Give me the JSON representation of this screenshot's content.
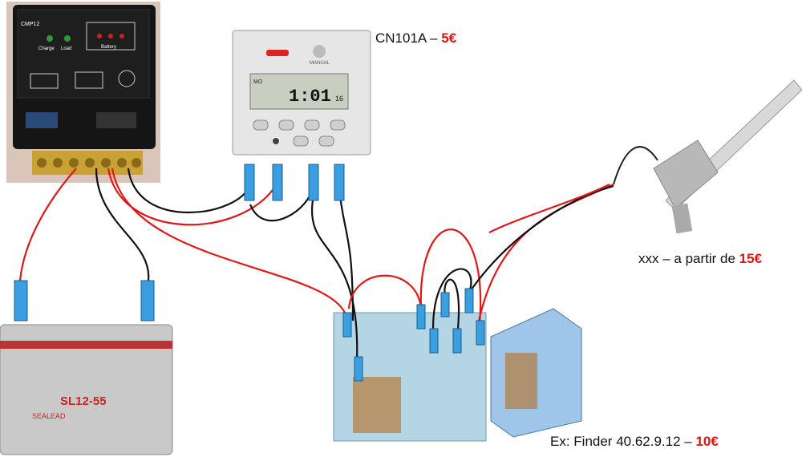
{
  "labels": {
    "timer": {
      "model": "CN101A – ",
      "price": "5€"
    },
    "actuator": {
      "model": "xxx – a partir de ",
      "price": "15€"
    },
    "relay": {
      "model": "Ex: Finder 40.62.9.12 – ",
      "price": "10€"
    }
  },
  "product_markings": {
    "controller": {
      "model": "CMP12",
      "charge": "Charge",
      "load": "Load",
      "battery": "Battery"
    },
    "timer": {
      "manual": "MANUAL",
      "day": "MO",
      "time": "1:01",
      "seconds": "16"
    },
    "battery": {
      "model": "SL12-55",
      "brand": "SEALEAD"
    }
  },
  "colors": {
    "price": "#e01010",
    "wire_red": "#e01818",
    "wire_black": "#111111",
    "connector": "#3a9ee0"
  }
}
